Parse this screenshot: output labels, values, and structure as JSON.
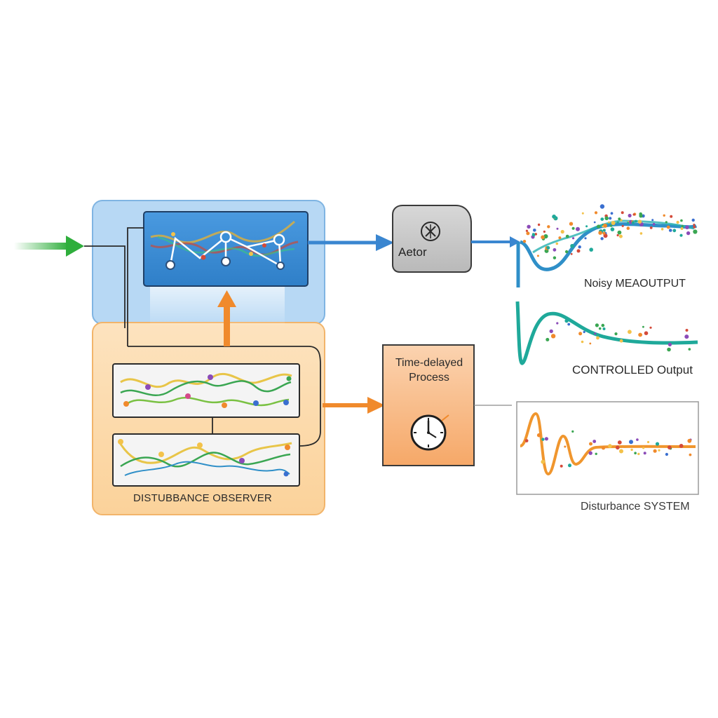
{
  "blocks": {
    "actor": {
      "label": "Aetor"
    },
    "process": {
      "label": "Time-delayed Process"
    },
    "observer": {
      "label": "DISTUBBANCE OBSERVER"
    }
  },
  "outputs": {
    "noisy": {
      "label": "Noisy MEAOUTPUT"
    },
    "controlled": {
      "label": "CONTROLLED Output"
    },
    "disturbance": {
      "label": "Disturbance SYSTEM"
    }
  },
  "colors": {
    "controller_fill": "#3b8fd6",
    "controller_outer": "#a9cff0",
    "observer_outer": "#fbd9a8",
    "actor_fill": "#c9c9c9",
    "process_fill": "#f7b27a",
    "arrow_green": "#2fae3c",
    "arrow_blue": "#3a86d0",
    "arrow_orange": "#f08a2c",
    "trace_teal": "#1fa99a",
    "trace_blue": "#2f8fc8",
    "trace_orange": "#f0962e"
  },
  "icons": [
    "input-arrow-icon",
    "controller-network-icon",
    "actuator-icon",
    "clock-icon"
  ]
}
